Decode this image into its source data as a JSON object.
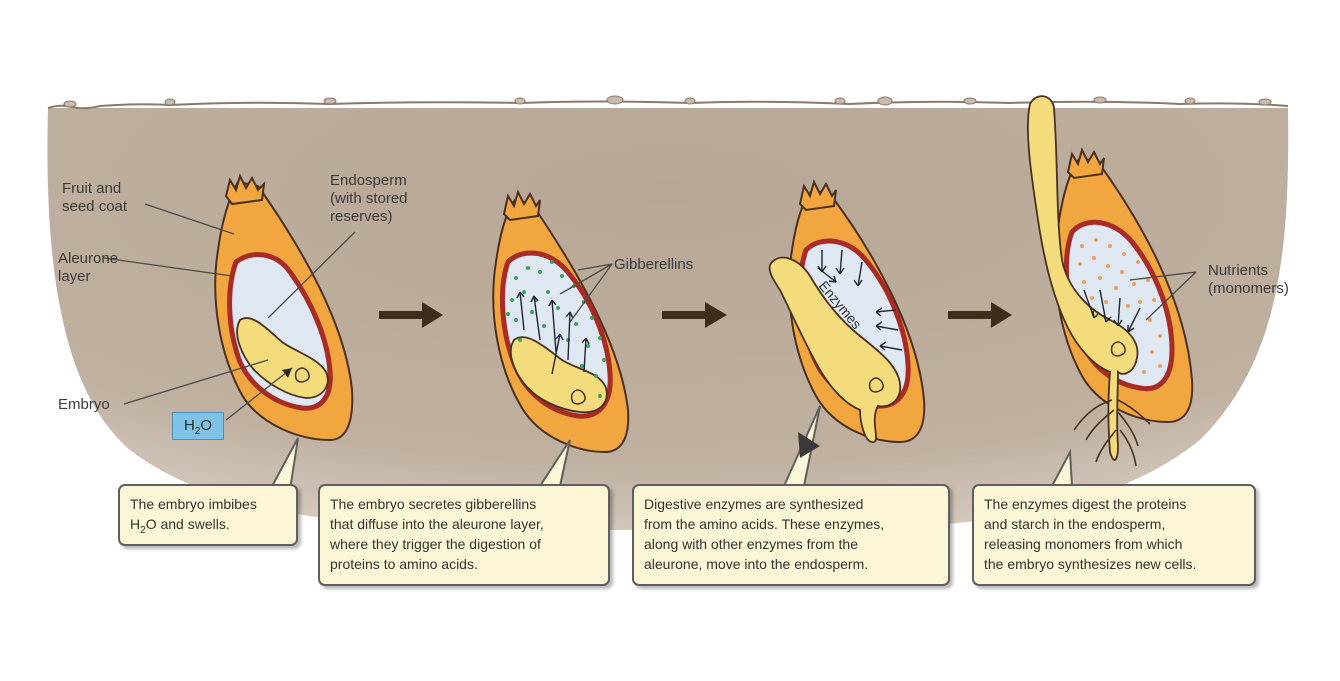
{
  "colors": {
    "soil": "#b7a694",
    "seed_coat": "#f2a640",
    "aleurone": "#a82c24",
    "endosperm": "#dfe7f3",
    "embryo": "#f4dc7c",
    "gibberellins": "#3aa358",
    "nutrients": "#e9a05c",
    "arrow": "#3f2d1c",
    "caption_bg": "#fbf6d6",
    "h2o_box": "#7ec3e6"
  },
  "labels": {
    "fruit_seed_coat": "Fruit and\nseed coat",
    "aleurone_layer": "Aleurone\nlayer",
    "endosperm": "Endosperm\n(with stored\nreserves)",
    "embryo": "Embryo",
    "h2o": "H",
    "h2o_sub": "2",
    "h2o_end": "O",
    "gibberellins": "Gibberellins",
    "enzymes": "Enzymes",
    "nutrients": "Nutrients\n(monomers)"
  },
  "captions": [
    {
      "text": "The embryo imbibes\n",
      "h2o": "H",
      "sub": "2",
      "rest": "O and swells."
    },
    {
      "text": "The embryo secretes gibberellins\nthat diffuse into the aleurone layer,\nwhere they trigger the digestion of\nproteins to amino acids."
    },
    {
      "text": "Digestive enzymes are synthesized\nfrom the amino acids. These enzymes,\nalong with other enzymes from the\naleurone, move into the endosperm."
    },
    {
      "text": "The enzymes digest the proteins\nand starch in the endosperm,\nreleasing monomers from which\nthe embryo synthesizes new cells."
    }
  ]
}
